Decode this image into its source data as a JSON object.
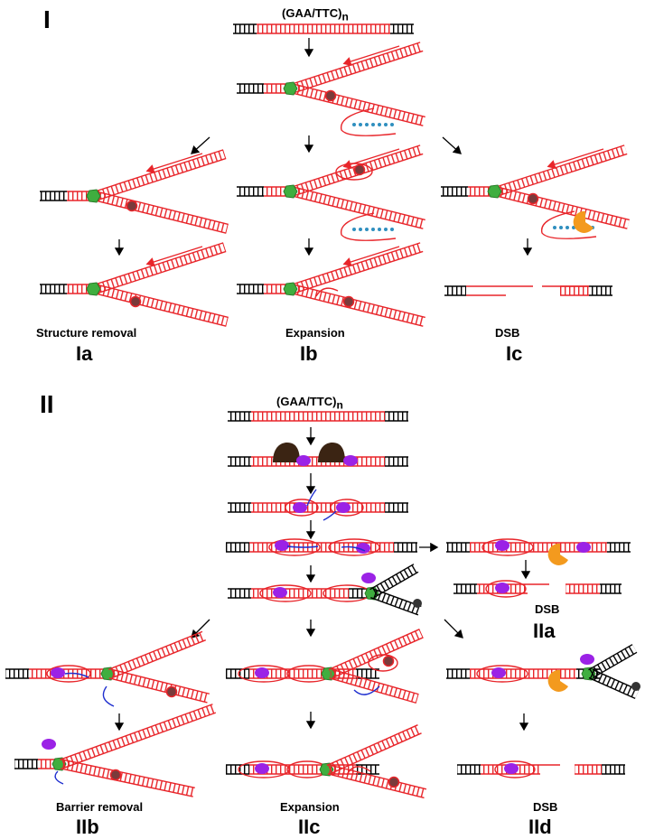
{
  "figure": {
    "panel_I": {
      "label": "I",
      "repeat_prefix": "(GAA/TTC)",
      "repeat_subscript": "n",
      "captions": {
        "ia": "Structure removal",
        "ib": "Expansion",
        "ic": "DSB"
      },
      "sublabels": {
        "ia": "Ia",
        "ib": "Ib",
        "ic": "Ic"
      }
    },
    "panel_II": {
      "label": "II",
      "repeat_prefix": "(GAA/TTC)",
      "repeat_subscript": "n",
      "captions": {
        "iia": "DSB",
        "iib": "Barrier removal",
        "iic": "Expansion",
        "iid": "DSB"
      },
      "sublabels": {
        "iia": "IIa",
        "iib": "IIb",
        "iic": "IIc",
        "iid": "IId"
      }
    },
    "colors": {
      "repeat_dna": "#e8252a",
      "flanking_dna": "#000000",
      "helicase": "#3fae3f",
      "protein_dot": "#7a3b3b",
      "hairpin_dots": "#2f8fbf",
      "nuclease": "#f39a1e",
      "r_loop_protein": "#9b22e6",
      "rna": "#1f2fcf",
      "rna_polymerase": "#3b2413"
    }
  }
}
